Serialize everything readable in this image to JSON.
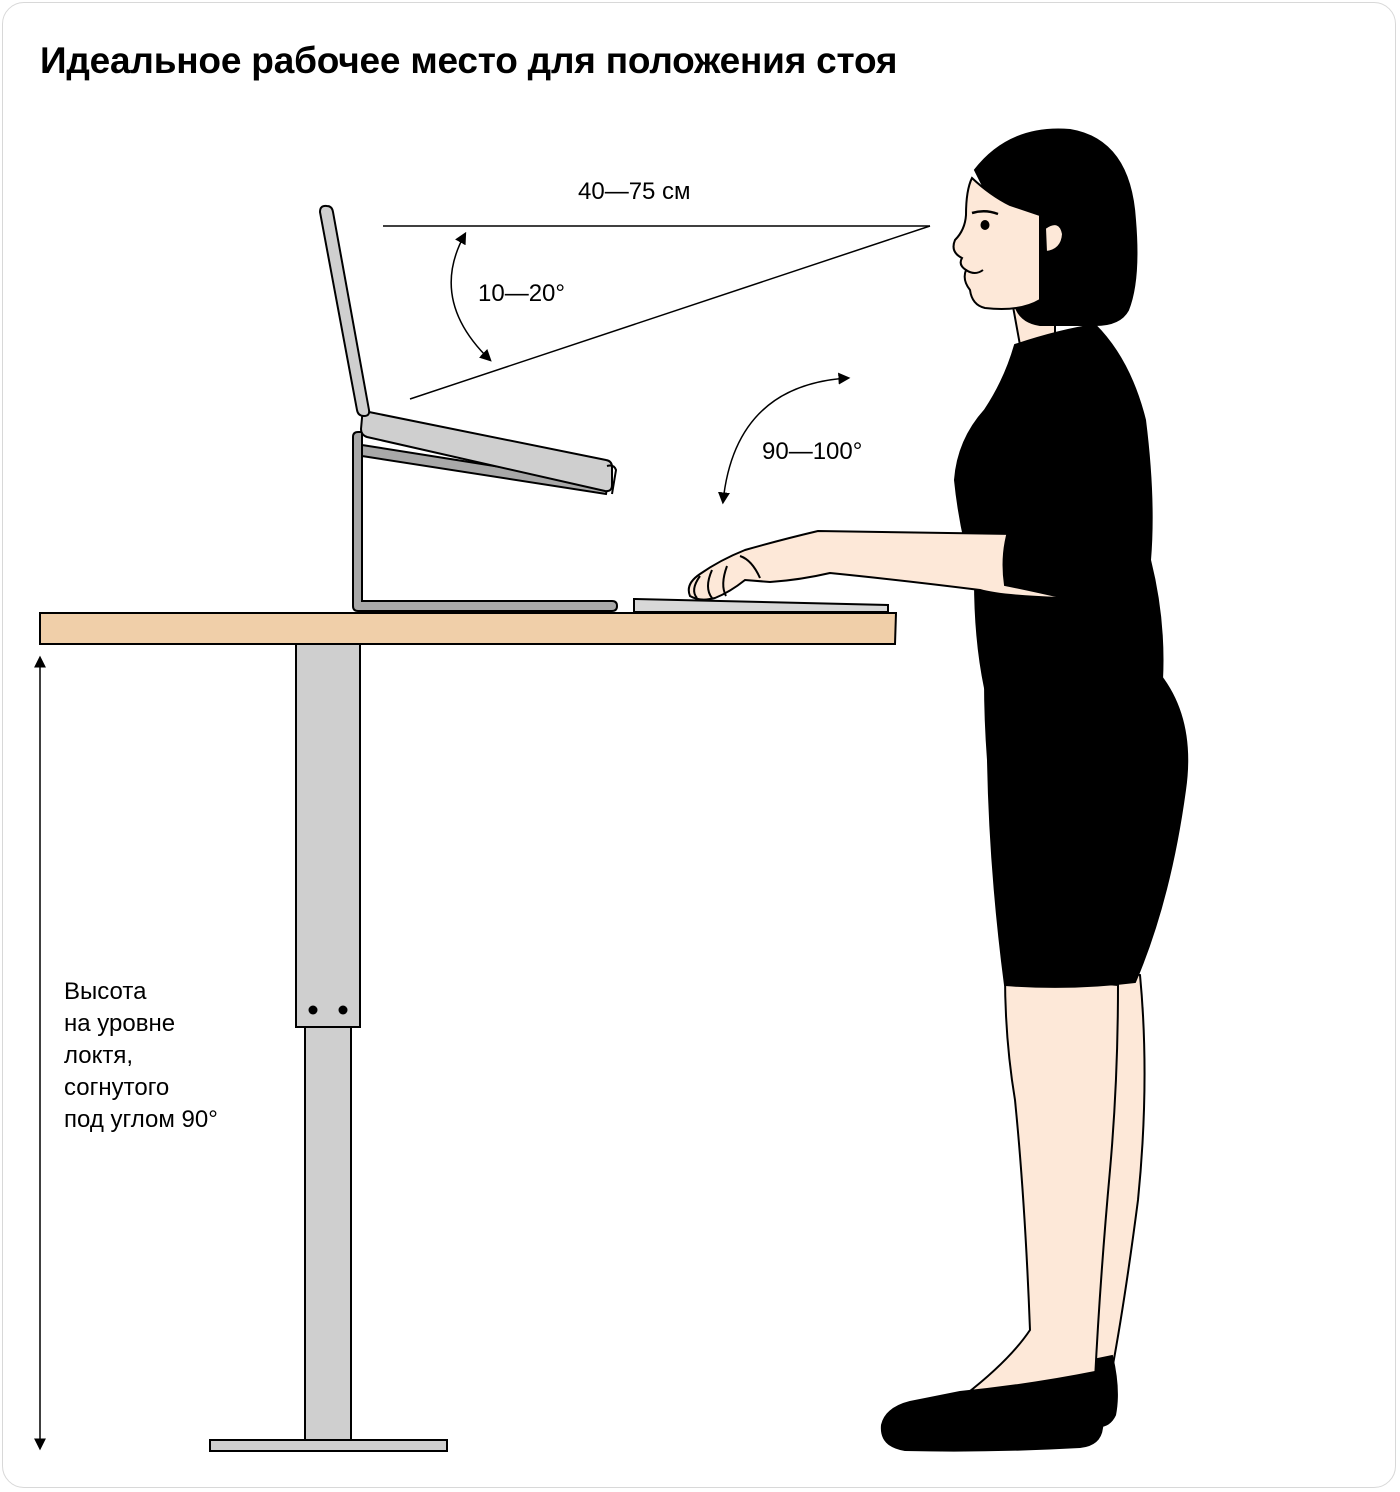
{
  "title": "Идеальное рабочее место для положения стоя",
  "labels": {
    "eye_distance": "40—75 см",
    "screen_angle": "10—20°",
    "elbow_angle": "90—100°"
  },
  "height_note": {
    "lines": [
      "Высота",
      "на уровне",
      "локтя,",
      "согнутого",
      "под углом 90°"
    ]
  },
  "colors": {
    "desk_top": "#f0cfa9",
    "metal": "#cfcfcf",
    "metal_dark": "#9e9e9e",
    "skin": "#fde8d8",
    "clothing": "#000000",
    "line": "#000000"
  }
}
